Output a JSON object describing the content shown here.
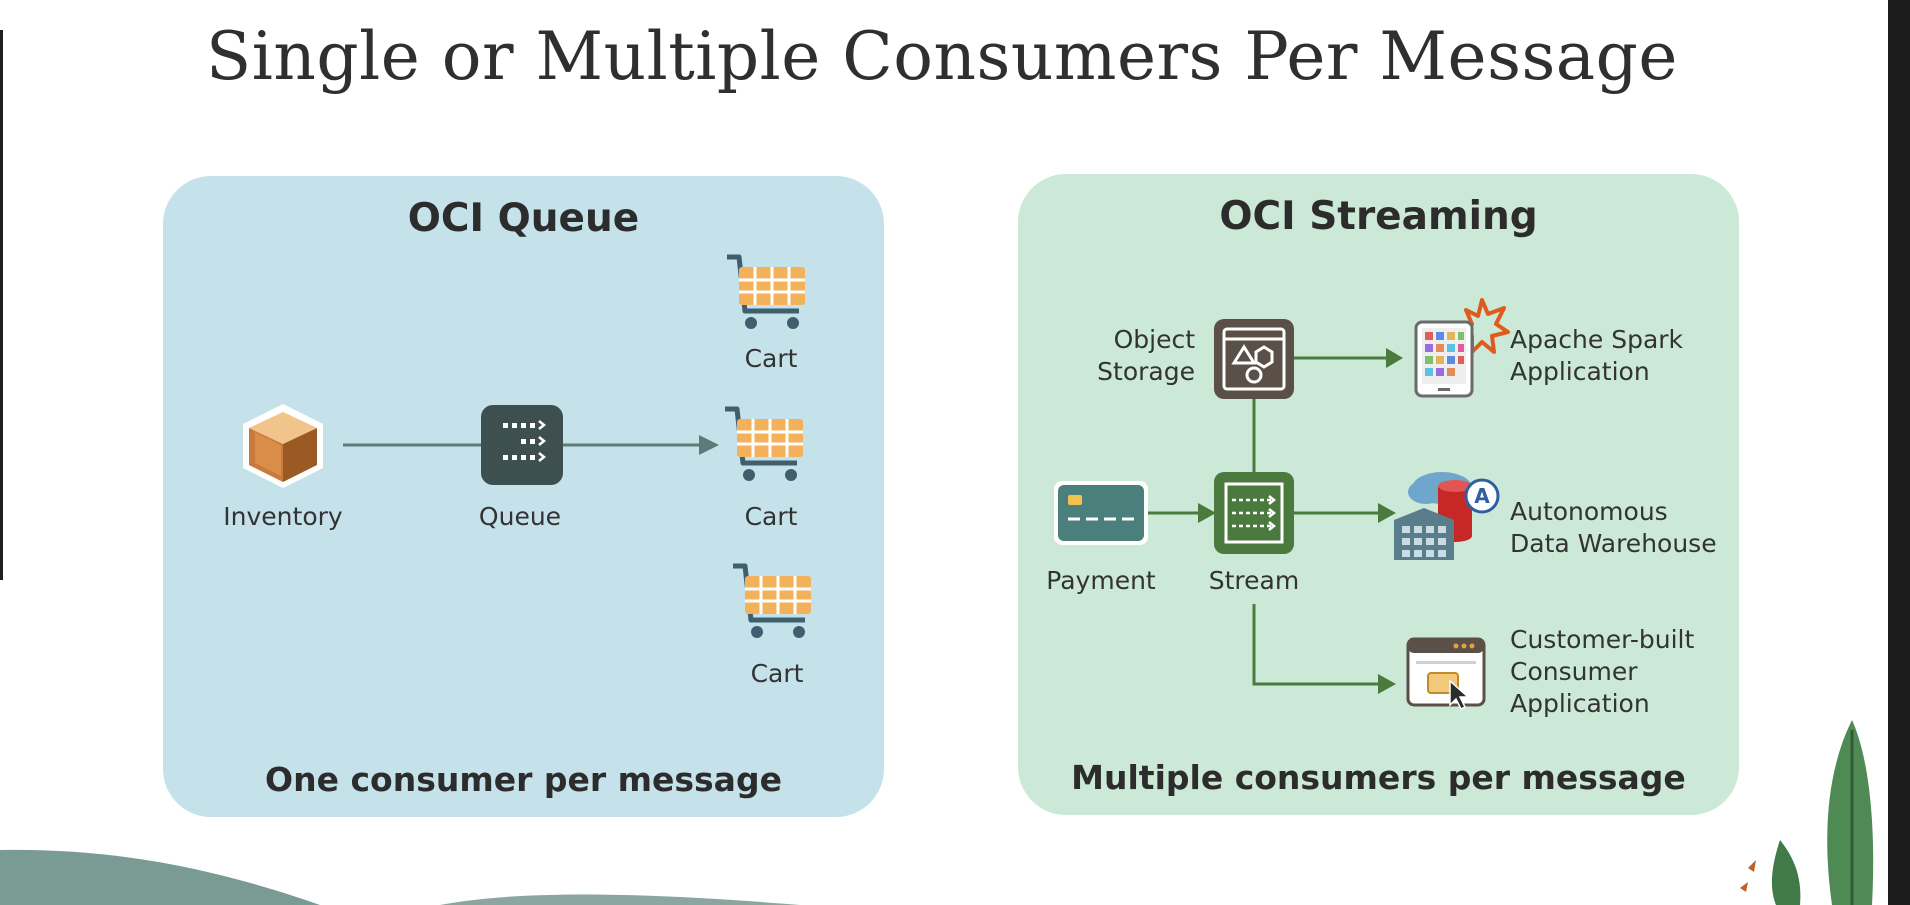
{
  "title": "Single or Multiple Consumers Per Message",
  "queue_panel": {
    "title": "OCI Queue",
    "caption": "One consumer per message",
    "nodes": {
      "inventory": "Inventory",
      "queue": "Queue",
      "cart_top": "Cart",
      "cart_middle": "Cart",
      "cart_bottom": "Cart"
    }
  },
  "stream_panel": {
    "title": "OCI Streaming",
    "caption": "Multiple consumers per message",
    "nodes": {
      "object_storage": [
        "Object",
        "Storage"
      ],
      "payment": "Payment",
      "stream": "Stream",
      "spark": [
        "Apache Spark",
        "Application"
      ],
      "adw": [
        "Autonomous",
        "Data Warehouse"
      ],
      "custom_app": [
        "Customer-built",
        "Consumer",
        "Application"
      ]
    }
  },
  "colors": {
    "queue_panel_bg": "#c5e2ea",
    "stream_panel_bg": "#cbe9d6",
    "queue_icon": "#3d4f4e",
    "stream_icon": "#4b7a3e",
    "object_storage_icon": "#5a5048",
    "cart": "#f2b15a",
    "arrow_queue": "#5f7a78",
    "arrow_stream": "#4b7a3e"
  }
}
